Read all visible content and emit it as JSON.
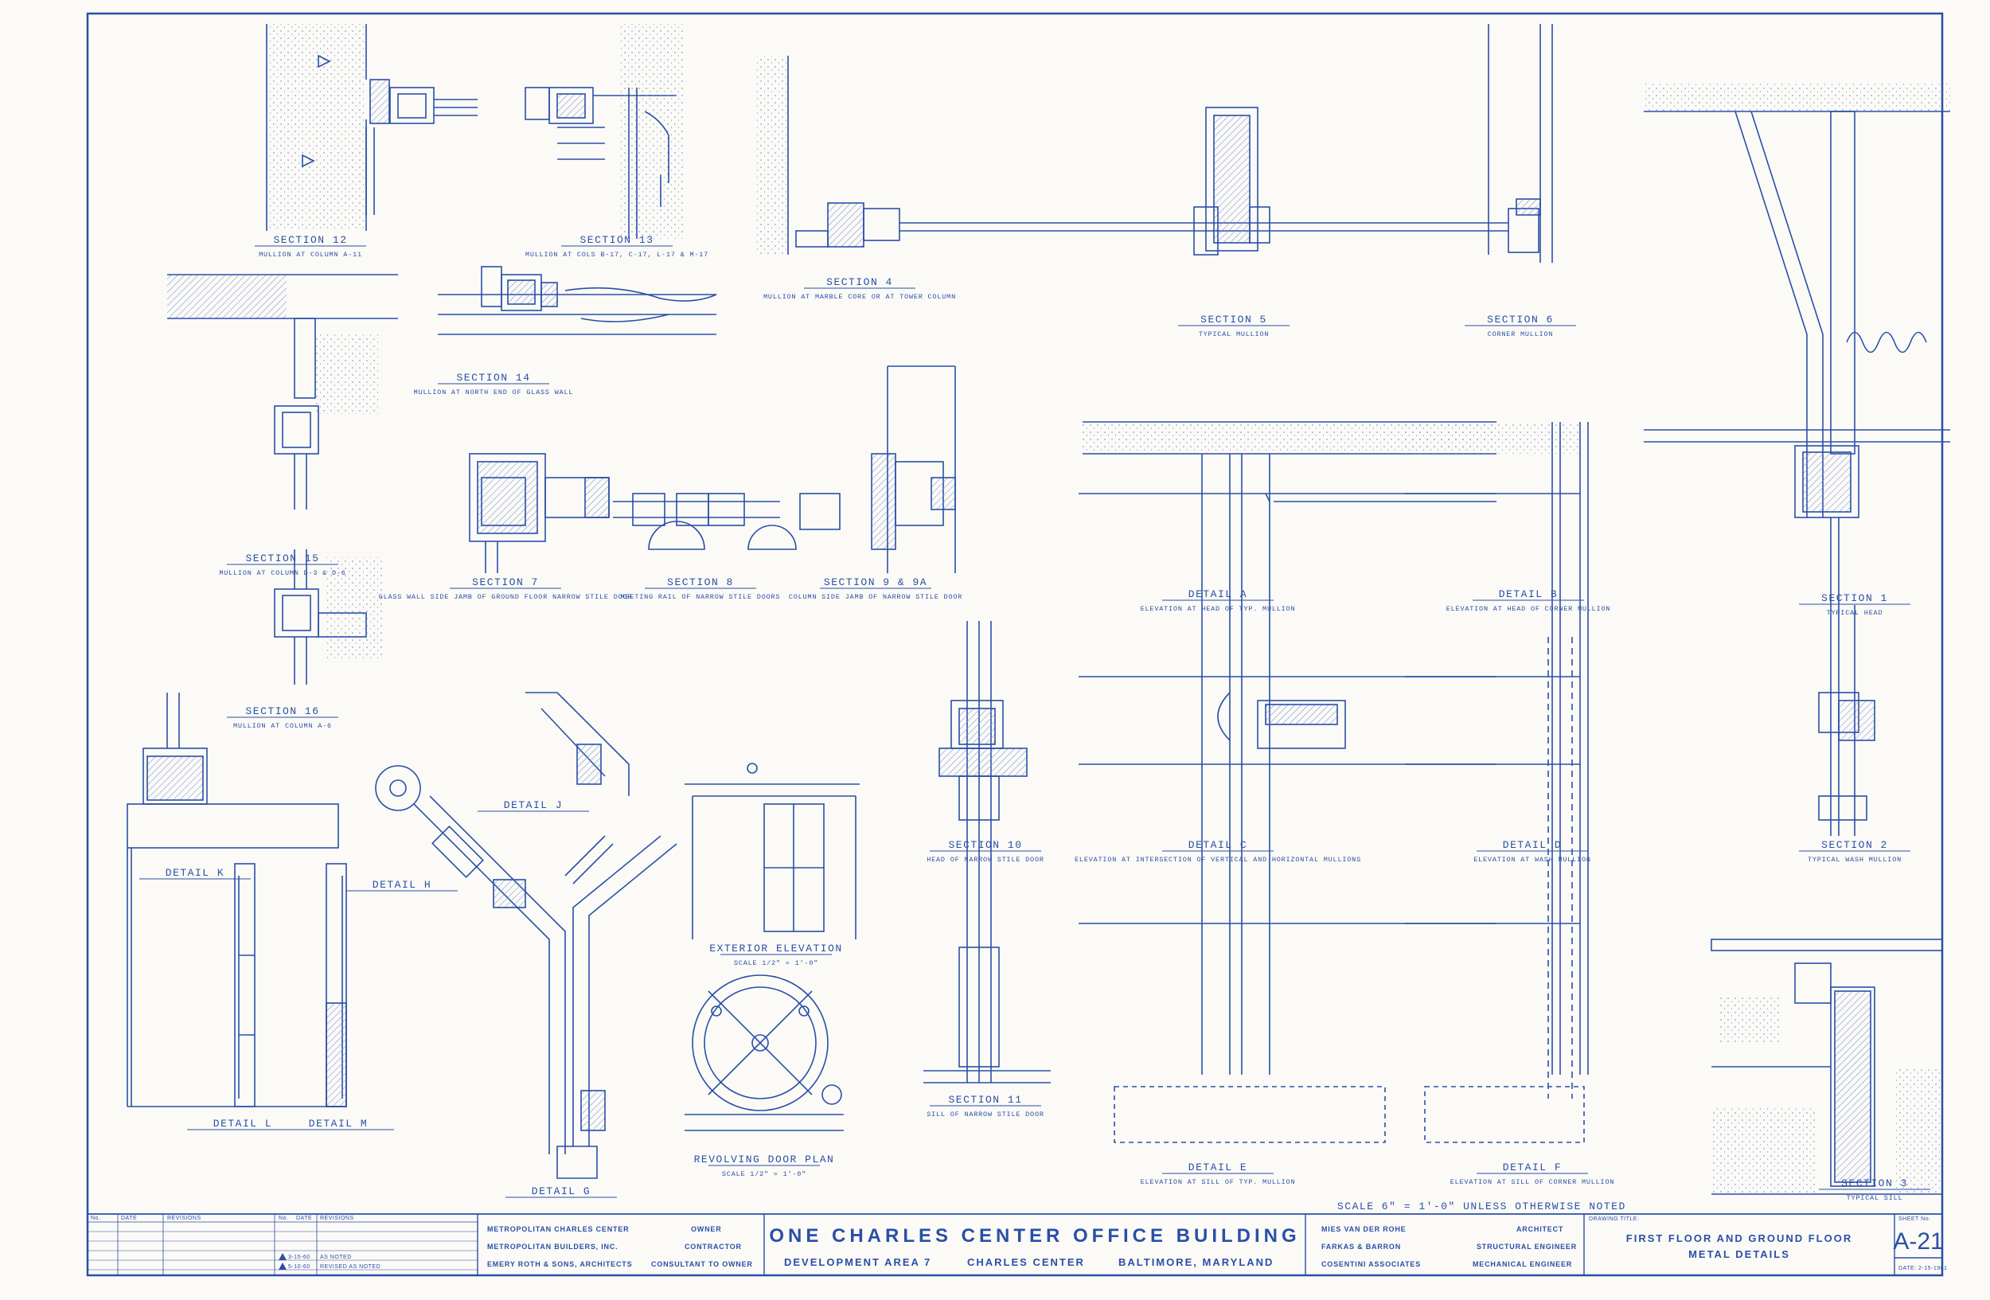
{
  "colors": {
    "ink": "#2a4fa8",
    "paper": "#fbfaf6",
    "hatch": "#7f97d0"
  },
  "details": [
    {
      "id": "section12",
      "title": "SECTION 12",
      "sub": "MULLION AT COLUMN A-11"
    },
    {
      "id": "section13",
      "title": "SECTION 13",
      "sub": "MULLION AT COLS B-17, C-17, L-17 & M-17"
    },
    {
      "id": "section14",
      "title": "SECTION 14",
      "sub": "MULLION AT NORTH END OF GLASS WALL"
    },
    {
      "id": "section4",
      "title": "SECTION 4",
      "sub": "MULLION AT MARBLE CORE OR AT TOWER COLUMN"
    },
    {
      "id": "section5",
      "title": "SECTION 5",
      "sub": "TYPICAL MULLION"
    },
    {
      "id": "section6",
      "title": "SECTION 6",
      "sub": "CORNER MULLION"
    },
    {
      "id": "section15",
      "title": "SECTION 15",
      "sub": "MULLION AT COLUMN D-3 & D-6"
    },
    {
      "id": "section16",
      "title": "SECTION 16",
      "sub": "MULLION AT COLUMN A-6"
    },
    {
      "id": "section7",
      "title": "SECTION 7",
      "sub": "GLASS WALL SIDE JAMB OF GROUND FLOOR NARROW STILE DOOR"
    },
    {
      "id": "section8",
      "title": "SECTION 8",
      "sub": "MEETING RAIL OF NARROW STILE DOORS"
    },
    {
      "id": "section9",
      "title": "SECTION 9 & 9A",
      "sub": "COLUMN SIDE JAMB OF NARROW STILE DOOR"
    },
    {
      "id": "detailA",
      "title": "DETAIL A",
      "sub": "ELEVATION AT HEAD OF TYP. MULLION"
    },
    {
      "id": "detailB",
      "title": "DETAIL B",
      "sub": "ELEVATION AT HEAD OF CORNER MULLION"
    },
    {
      "id": "section1",
      "title": "SECTION 1",
      "sub": "TYPICAL HEAD"
    },
    {
      "id": "detailK",
      "title": "DETAIL K",
      "sub": ""
    },
    {
      "id": "detailH",
      "title": "DETAIL H",
      "sub": ""
    },
    {
      "id": "detailJ",
      "title": "DETAIL J",
      "sub": ""
    },
    {
      "id": "detailL",
      "title": "DETAIL L",
      "sub": ""
    },
    {
      "id": "detailM",
      "title": "DETAIL M",
      "sub": ""
    },
    {
      "id": "detailG",
      "title": "DETAIL G",
      "sub": ""
    },
    {
      "id": "extElev",
      "title": "EXTERIOR ELEVATION",
      "sub": "SCALE 1/2\" = 1'-0\""
    },
    {
      "id": "revDoor",
      "title": "REVOLVING DOOR PLAN",
      "sub": "SCALE 1/2\" = 1'-0\""
    },
    {
      "id": "section10",
      "title": "SECTION 10",
      "sub": "HEAD OF NARROW STILE DOOR"
    },
    {
      "id": "section11",
      "title": "SECTION 11",
      "sub": "SILL OF NARROW STILE DOOR"
    },
    {
      "id": "detailC",
      "title": "DETAIL C",
      "sub": "ELEVATION AT INTERSECTION OF VERTICAL AND HORIZONTAL MULLIONS"
    },
    {
      "id": "detailD",
      "title": "DETAIL D",
      "sub": "ELEVATION AT WASH MULLION"
    },
    {
      "id": "detailE",
      "title": "DETAIL E",
      "sub": "ELEVATION AT SILL OF TYP. MULLION"
    },
    {
      "id": "detailF",
      "title": "DETAIL F",
      "sub": "ELEVATION AT SILL OF CORNER MULLION"
    },
    {
      "id": "section2",
      "title": "SECTION 2",
      "sub": "TYPICAL WASH MULLION"
    },
    {
      "id": "section3",
      "title": "SECTION 3",
      "sub": "TYPICAL SILL"
    }
  ],
  "scale_note": "SCALE 6\" = 1'-0\" UNLESS OTHERWISE NOTED",
  "revisions": {
    "col_no": "No.",
    "col_date": "DATE",
    "col_rev": "REVISIONS",
    "rows": [
      {
        "no": "",
        "date": "3-15-60",
        "text": "AS NOTED"
      },
      {
        "no": "",
        "date": "5-10-60",
        "text": "REVISED AS NOTED"
      }
    ]
  },
  "parties": [
    {
      "name": "METROPOLITAN CHARLES CENTER",
      "role": "OWNER"
    },
    {
      "name": "METROPOLITAN BUILDERS, INC.",
      "role": "CONTRACTOR"
    },
    {
      "name": "EMERY ROTH & SONS, ARCHITECTS",
      "role": "CONSULTANT TO OWNER"
    }
  ],
  "project": {
    "title": "ONE CHARLES CENTER OFFICE BUILDING",
    "line2a": "DEVELOPMENT AREA 7",
    "line2b": "CHARLES CENTER",
    "line2c": "BALTIMORE, MARYLAND"
  },
  "consultants": [
    {
      "name": "MIES VAN DER ROHE",
      "role": "ARCHITECT"
    },
    {
      "name": "FARKAS & BARRON",
      "role": "STRUCTURAL ENGINEER"
    },
    {
      "name": "COSENTINI ASSOCIATES",
      "role": "MECHANICAL ENGINEER"
    }
  ],
  "drawing": {
    "label": "DRAWING TITLE:",
    "title1": "FIRST FLOOR AND GROUND FLOOR",
    "title2": "METAL DETAILS",
    "sheet_label": "SHEET No.",
    "sheet_no": "A-21",
    "date": "DATE: 2-15-1961"
  }
}
